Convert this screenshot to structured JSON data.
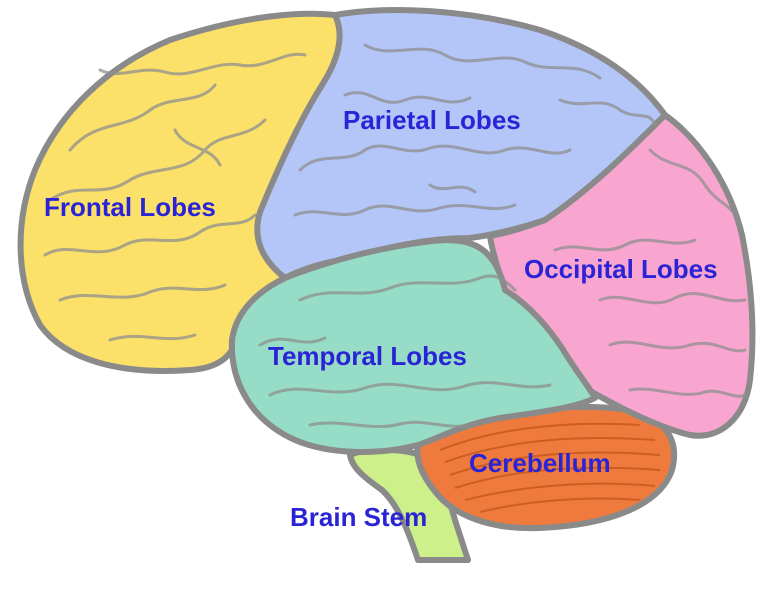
{
  "colors": {
    "label_text": "#2a24d6",
    "frontal": "#fbe169",
    "parietal": "#b3c6f7",
    "occipital": "#f8a6cf",
    "temporal": "#96dcc6",
    "cerebellum": "#ef7a3e",
    "brain_stem": "#cdf08a",
    "outline": "#8a8a8a"
  },
  "labels": {
    "frontal": "Frontal Lobes",
    "parietal": "Parietal Lobes",
    "occipital": "Occipital Lobes",
    "temporal": "Temporal Lobes",
    "cerebellum": "Cerebellum",
    "brain_stem": "Brain Stem"
  }
}
